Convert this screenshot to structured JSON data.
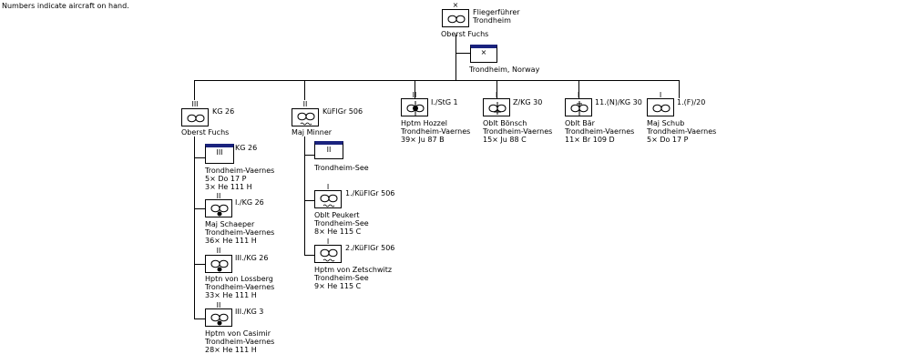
{
  "note": "Numbers indicate aircraft on hand.",
  "root": {
    "name": "Fliegerführer",
    "place": "Trondheim",
    "commander": "Oberst Fuchs",
    "echelon": "×"
  },
  "root_hq": {
    "echelon": "×",
    "location": "Trondheim, Norway"
  },
  "units": {
    "kg26": {
      "name": "KG 26",
      "commander": "Oberst Fuchs",
      "echelon": "III"
    },
    "kg26_stab": {
      "name": "KG 26",
      "echelon": "III",
      "location": "Trondheim-Vaernes",
      "ac1": "5× Do 17 P",
      "ac2": "3× He 111 H"
    },
    "i_kg26": {
      "name": "I./KG 26",
      "echelon": "II",
      "commander": "Maj Schaeper",
      "location": "Trondheim-Vaernes",
      "ac": "36× He 111 H"
    },
    "iii_kg26": {
      "name": "III./KG 26",
      "echelon": "II",
      "commander": "Hptn von Lossberg",
      "location": "Trondheim-Vaernes",
      "ac": "33× He 111 H"
    },
    "iii_kg3": {
      "name": "III./KG 3",
      "echelon": "II",
      "commander": "Hptm von Casimir",
      "location": "Trondheim-Vaernes",
      "ac": "28× He 111 H"
    },
    "kufl506": {
      "name": "KüFlGr 506",
      "commander": "Maj Minner",
      "echelon": "II"
    },
    "kufl506_stab": {
      "echelon": "II",
      "location": "Trondheim-See"
    },
    "s1_kufl506": {
      "name": "1./KüFlGr 506",
      "echelon": "I",
      "commander": "Oblt Peukert",
      "location": "Trondheim-See",
      "ac": "8× He 115 C"
    },
    "s2_kufl506": {
      "name": "2./KüFlGr 506",
      "echelon": "I",
      "commander": "Hptm von Zetschwitz",
      "location": "Trondheim-See",
      "ac": "9× He 115 C"
    },
    "i_stg1": {
      "name": "I./StG 1",
      "echelon": "II",
      "commander": "Hptm Hozzel",
      "location": "Trondheim-Vaernes",
      "ac": "39× Ju 87 B"
    },
    "z_kg30": {
      "name": "Z/KG 30",
      "echelon": "I",
      "commander": "Oblt Bönsch",
      "location": "Trondheim-Vaernes",
      "ac": "15× Ju 88 C"
    },
    "s11_kg30": {
      "name": "11.(N)/KG 30",
      "echelon": "I",
      "commander": "Oblt Bär",
      "location": "Trondheim-Vaernes",
      "ac": "11× Br 109 D"
    },
    "s1f_20": {
      "name": "1.(F)/20",
      "echelon": "I",
      "commander": "Maj Schub",
      "location": "Trondheim-Vaernes",
      "ac": "5× Do 17 P"
    }
  }
}
